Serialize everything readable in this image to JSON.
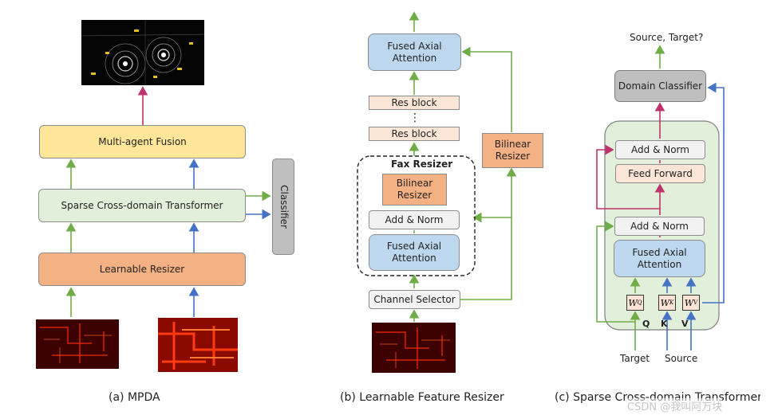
{
  "panel_a": {
    "caption": "(a) MPDA",
    "fusion": "Multi-agent Fusion",
    "transformer": "Sparse Cross-domain Transformer",
    "resizer": "Learnable Resizer",
    "classifier": "Classifier"
  },
  "panel_b": {
    "caption": "(b) Learnable Feature Resizer",
    "fused_top": "Fused Axial Attention",
    "res_block_1": "Res block",
    "dots": "⋮",
    "res_block_2": "Res block",
    "fax_title": "Fax Resizer",
    "bilinear_inner": "Bilinear Resizer",
    "add_norm": "Add & Norm",
    "fused_inner": "Fused Axial Attention",
    "channel_selector": "Channel Selector",
    "bilinear_side": "Bilinear Resizer"
  },
  "panel_c": {
    "caption": "(c) Sparse Cross-domain Transformer",
    "output": "Source, Target?",
    "domain_classifier": "Domain Classifier",
    "add_norm_top": "Add & Norm",
    "feed_forward": "Feed Forward",
    "add_norm_mid": "Add & Norm",
    "fused": "Fused Axial Attention",
    "wq": "W",
    "wq_sub": "Q",
    "wk": "W",
    "wk_sub": "K",
    "wv": "W",
    "wv_sub": "V",
    "q": "Q",
    "k": "K",
    "v": "V",
    "target": "Target",
    "source": "Source"
  },
  "watermark": "CSDN @我叫阿万块",
  "colors": {
    "green": "#70ad47",
    "blue": "#4472c4",
    "magenta": "#c0326e",
    "yellow": "#ffe699",
    "lightgreen": "#e2efda",
    "orange": "#f4b183",
    "peach": "#fbe5d6",
    "lightblue": "#bdd7ee",
    "gray": "#bfbfbf",
    "lightgray": "#f2f2f2"
  }
}
